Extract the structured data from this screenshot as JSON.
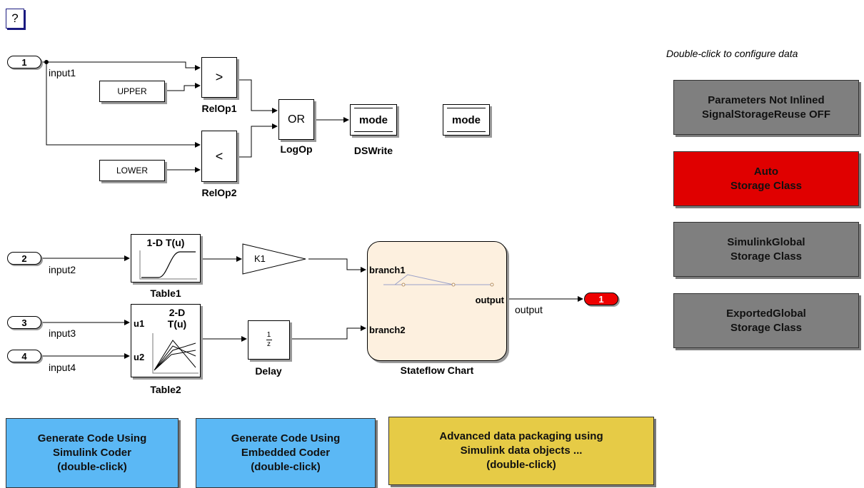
{
  "help_button": "?",
  "configure_hint": "Double-click to configure data",
  "inports": [
    {
      "num": "1",
      "signal": "input1"
    },
    {
      "num": "2",
      "signal": "input2"
    },
    {
      "num": "3",
      "signal": "input3"
    },
    {
      "num": "4",
      "signal": "input4"
    }
  ],
  "outport": {
    "num": "1",
    "signal": "output"
  },
  "constants": {
    "upper": "UPPER",
    "lower": "LOWER"
  },
  "relop1": {
    "symbol": ">",
    "name": "RelOp1"
  },
  "relop2": {
    "symbol": "<",
    "name": "RelOp2"
  },
  "logop": {
    "symbol": "OR",
    "name": "LogOp"
  },
  "dswrite": {
    "label": "mode",
    "name": "DSWrite"
  },
  "datastore": {
    "label": "mode"
  },
  "table1": {
    "title": "1-D T(u)",
    "name": "Table1"
  },
  "table2": {
    "title_line1": "2-D",
    "title_line2": "T(u)",
    "port1": "u1",
    "port2": "u2",
    "name": "Table2"
  },
  "gain": {
    "label": "K1"
  },
  "delay": {
    "num": "1",
    "den": "z",
    "name": "Delay"
  },
  "chart": {
    "port_in1": "branch1",
    "port_in2": "branch2",
    "port_out": "output",
    "name": "Stateflow Chart"
  },
  "config_buttons": [
    {
      "line1": "Parameters Not Inlined",
      "line2": "SignalStorageReuse OFF",
      "color": "#7f7f7f"
    },
    {
      "line1": "Auto",
      "line2": "Storage Class",
      "color": "#e00000"
    },
    {
      "line1": "SimulinkGlobal",
      "line2": "Storage Class",
      "color": "#7f7f7f"
    },
    {
      "line1": "ExportedGlobal",
      "line2": "Storage Class",
      "color": "#7f7f7f"
    }
  ],
  "bottom_buttons": [
    {
      "text": "Generate Code Using\nSimulink Coder\n(double-click)",
      "color": "#5bb8f5"
    },
    {
      "text": "Generate Code Using\nEmbedded Coder\n(double-click)",
      "color": "#5bb8f5"
    },
    {
      "text": "Advanced data packaging using\nSimulink data objects ...\n(double-click)",
      "color": "#e6cb46"
    }
  ]
}
